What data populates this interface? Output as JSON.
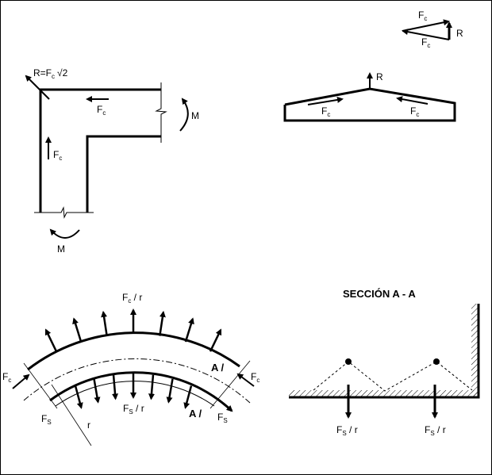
{
  "labels": {
    "resultant": "R=F",
    "resultant_sub": "c",
    "sqrt": "√2",
    "fc": "F",
    "fc_sub": "c",
    "fs": "F",
    "fs_sub": "S",
    "moment": "M",
    "r": "R",
    "over_r": " / r",
    "radius": "r",
    "section_mark": "A /",
    "section_title": "SECCIÓN  A - A"
  },
  "colors": {
    "ink": "#000000",
    "background": "#ffffff"
  }
}
